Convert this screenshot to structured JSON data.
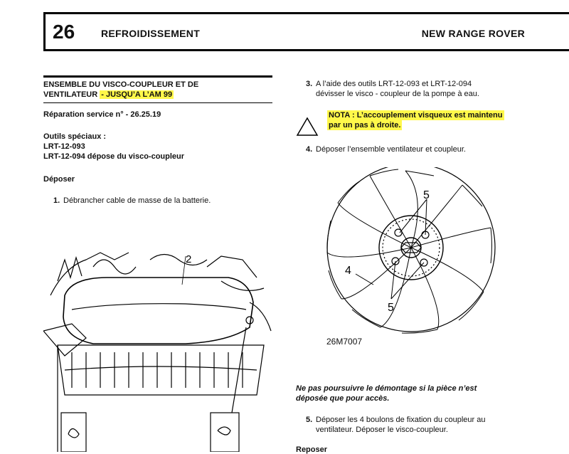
{
  "header": {
    "chapter_number": "26",
    "chapter_title": "REFROIDISSEMENT",
    "model": "NEW RANGE ROVER"
  },
  "left": {
    "section_title_line1": "ENSEMBLE DU VISCO-COUPLEUR ET DE",
    "section_title_line2_a": "VENTILATEUR ",
    "section_title_line2_highlight": "- JUSQU’A L’AM 99",
    "repair_service": "Réparation service n° - 26.25.19",
    "tools_heading": "Outils spéciaux :",
    "tool1": "LRT-12-093",
    "tool2": "LRT-12-094 dépose du visco-coupleur",
    "remove_heading": "Déposer",
    "step1_num": "1.",
    "step1_text": "Débrancher cable de masse de la batterie.",
    "figure_callout": "2"
  },
  "right": {
    "step3_num": "3.",
    "step3_line1": "A l’aide des outils LRT-12-093 et LRT-12-094",
    "step3_line2": "dévisser le visco - coupleur de la pompe à eau.",
    "nota_line1": "NOTA : L’accouplement visqueux est maintenu",
    "nota_line2": "par un pas à droite.",
    "step4_num": "4.",
    "step4_text": "Déposer l’ensemble ventilateur et coupleur.",
    "fig_callout_top": "5",
    "fig_callout_left": "4",
    "fig_callout_bottom": "5",
    "fig_ref": "26M7007",
    "caution_line1": "Ne pas poursuivre le démontage si la pièce n’est",
    "caution_line2": "déposée que pour accès.",
    "step5_num": "5.",
    "step5_line1": "Déposer les 4 boulons de fixation du coupleur au",
    "step5_line2": "ventilateur. Déposer le visco-coupleur.",
    "next_heading": "Reposer"
  },
  "colors": {
    "highlight": "#fff84a",
    "ink": "#111111"
  }
}
